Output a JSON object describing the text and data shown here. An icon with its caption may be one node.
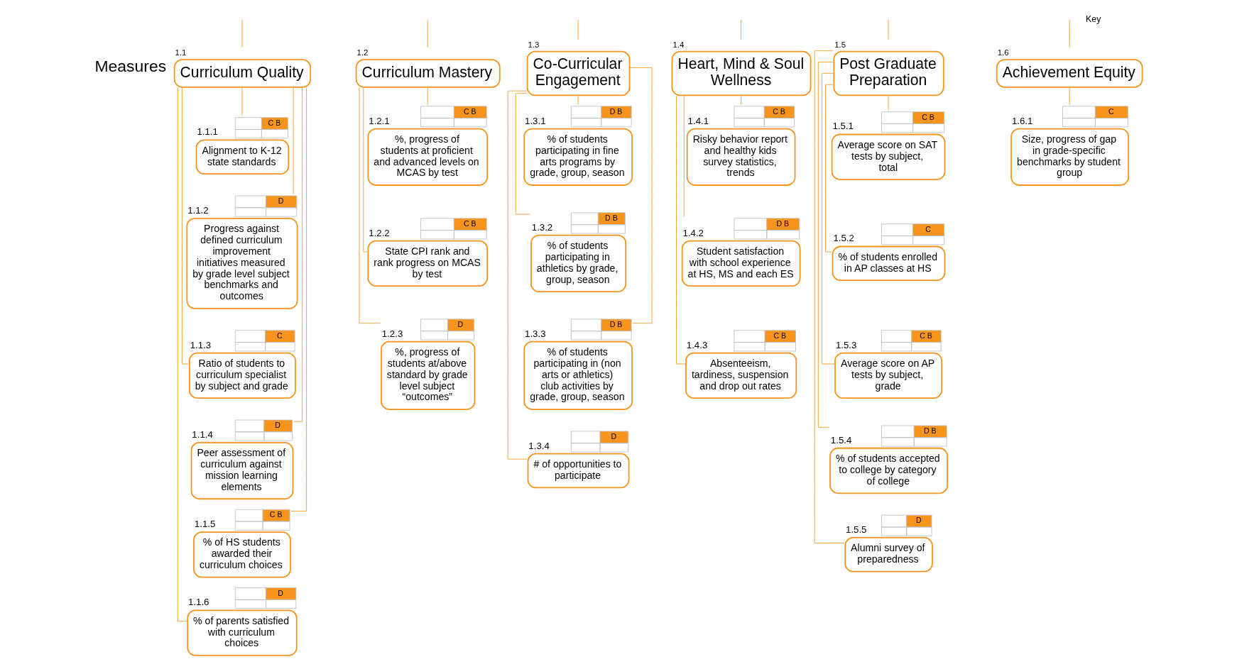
{
  "diagram": {
    "nodes": [
      {
        "text": [
          "1.1",
          "Curriculum Quality"
        ]
      },
      {
        "text": [
          "1.2",
          "Curriculum Mastery"
        ]
      },
      {
        "text": [
          "1.3",
          "Co-Curricular Engagement"
        ]
      },
      {
        "text": [
          "1.4",
          "Heart, Mind & Soul Wellness"
        ]
      },
      {
        "text": [
          "1.5",
          "Post Graduate Preparation"
        ]
      },
      {
        "text": [
          "1.6",
          "Achievement Equity"
        ]
      },
      {
        "text": [
          "1.1.1",
          "Alignment to K-12 state standards"
        ],
        "beside": [
          "C B"
        ]
      },
      {
        "text": [
          "1.1.2",
          "Progress against defined curriculum improvement initiatives measured by grade level subject benchmarks and outcomes"
        ],
        "beside": [
          "D"
        ]
      },
      {
        "text": [
          "1.1.3",
          "Ratio of students to curriculum specialist by subject and grade"
        ],
        "beside": [
          "C"
        ]
      },
      {
        "text": [
          "1.1.4",
          "Peer assessment of curriculum against mission learning elements"
        ],
        "beside": [
          "D"
        ]
      },
      {
        "text": [
          "1.1.5",
          "% of HS students awarded their curriculum choices"
        ],
        "beside": [
          "C B"
        ]
      },
      {
        "text": [
          "1.1.6",
          "% of parents satisfied with curriculum choices"
        ],
        "beside": [
          "D"
        ]
      },
      {
        "text": [
          "1.2.1",
          "%, progress of students at proficient and advanced levels on MCAS by test"
        ],
        "beside": [
          "C B"
        ]
      },
      {
        "text": [
          "1.2.2",
          "State CPI rank and rank progress on MCAS by test"
        ],
        "beside": [
          "C B"
        ]
      },
      {
        "text": [
          "1.2.3",
          "%, progress of students at/above standard by grade level subject “outcomes”"
        ],
        "beside": [
          "D"
        ]
      },
      {
        "text": [
          "1.3.1",
          "% of students participating in fine arts programs by grade, group, season"
        ],
        "beside": [
          "D B"
        ]
      },
      {
        "text": [
          "1.3.2",
          "% of students participating in athletics by grade, group, season"
        ],
        "beside": [
          "D B"
        ]
      },
      {
        "text": [
          "1.3.3",
          "% of students participating in (non arts or athletics) club activities by grade, group, season"
        ],
        "beside": [
          "D B"
        ]
      },
      {
        "text": [
          "1.3.4",
          "# of opportunities to participate"
        ],
        "beside": [
          "D"
        ]
      },
      {
        "text": [
          "1.4.1",
          "Risky behavior report and healthy kids survey statistics, trends"
        ],
        "beside": [
          "C B"
        ]
      },
      {
        "text": [
          "1.4.2",
          "Student satisfaction with school experience at HS, MS and each ES"
        ],
        "beside": [
          "D B"
        ]
      },
      {
        "text": [
          "1.4.3",
          "Absenteeism, tardiness, suspension and drop out rates"
        ],
        "beside": [
          "C B"
        ]
      },
      {
        "text": [
          "1.5.1",
          "Average score on SAT tests by subject, total"
        ],
        "beside": [
          "C B"
        ]
      },
      {
        "text": [
          "1.5.2",
          "% of students enrolled in AP classes at HS"
        ],
        "beside": [
          "C"
        ]
      },
      {
        "text": [
          "1.5.3",
          "Average score on AP tests by subject, grade"
        ],
        "beside": [
          "C B"
        ]
      },
      {
        "text": [
          "1.5.4",
          "% of students accepted to college by category of college"
        ],
        "beside": [
          "D B"
        ]
      },
      {
        "text": [
          "1.5.5",
          "Alumni survey of preparedness"
        ],
        "beside": [
          "D"
        ]
      },
      {
        "text": [
          "1.6.1",
          "Size, progress of gap in grade-specific benchmarks by student group"
        ],
        "beside": [
          "C"
        ]
      }
    ],
    "edges": [
      {
        "from": null,
        "to": 0,
        "arrow": "none"
      },
      {
        "from": null,
        "to": 1,
        "arrow": "none"
      },
      {
        "from": null,
        "to": 2,
        "arrow": "none"
      },
      {
        "from": null,
        "to": 3,
        "arrow": "none"
      },
      {
        "from": null,
        "to": 4,
        "arrow": "none"
      },
      {
        "from": null,
        "to": 5,
        "arrow": "none"
      },
      {
        "from": 0,
        "to": 6,
        "arrow": "none"
      },
      {
        "from": 0,
        "to": 7,
        "arrow": "none"
      },
      {
        "from": 0,
        "to": 8,
        "arrow": "none"
      },
      {
        "from": 0,
        "to": 9,
        "arrow": "none"
      },
      {
        "from": 0,
        "to": 10,
        "arrow": "none"
      },
      {
        "from": 0,
        "to": 11,
        "arrow": "none"
      },
      {
        "from": 1,
        "to": 12,
        "arrow": "none"
      },
      {
        "from": 1,
        "to": 13,
        "arrow": "none"
      },
      {
        "from": 1,
        "to": 14,
        "arrow": "none"
      },
      {
        "from": 2,
        "to": 15,
        "arrow": "none"
      },
      {
        "from": 2,
        "to": 16,
        "arrow": "none"
      },
      {
        "from": 2,
        "to": 17,
        "arrow": "none"
      },
      {
        "from": 2,
        "to": 18,
        "arrow": "none"
      },
      {
        "from": 3,
        "to": 19,
        "arrow": "none"
      },
      {
        "from": 3,
        "to": 20,
        "arrow": "none"
      },
      {
        "from": 3,
        "to": 21,
        "arrow": "none"
      },
      {
        "from": 4,
        "to": 22,
        "arrow": "none"
      },
      {
        "from": 4,
        "to": 23,
        "arrow": "none"
      },
      {
        "from": 4,
        "to": 24,
        "arrow": "none"
      },
      {
        "from": 4,
        "to": 25,
        "arrow": "none"
      },
      {
        "from": 4,
        "to": 26,
        "arrow": "none"
      },
      {
        "from": 5,
        "to": 27,
        "arrow": "none"
      }
    ],
    "labels": [
      "Measures",
      "Key"
    ]
  }
}
